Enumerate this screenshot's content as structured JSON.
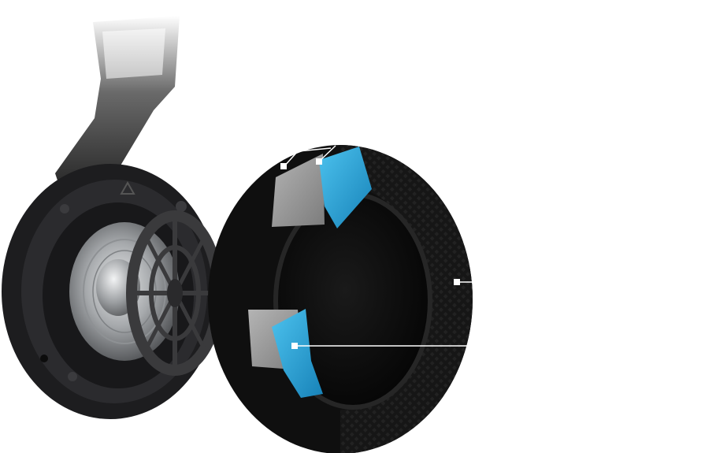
{
  "image": {
    "subject": "headphone-earcup-exploded-view",
    "background_color": "#ffffff",
    "colors": {
      "cushion_shell": "#141414",
      "cushion_mesh": "#1c1c1c",
      "foam_grey": "#9a9a9a",
      "gel_blue": "#1e9fd6",
      "housing": "#1d1d1f",
      "driver_silver": "#b9bcbf",
      "headband": "#2a2a2a",
      "callout_line": "#ffffff"
    }
  },
  "callouts": [
    {
      "name": "foam-layer",
      "label": ""
    },
    {
      "name": "gel-layer",
      "label": ""
    },
    {
      "name": "mesh-fabric",
      "label": ""
    },
    {
      "name": "cooling-gel-insert",
      "label": ""
    }
  ]
}
